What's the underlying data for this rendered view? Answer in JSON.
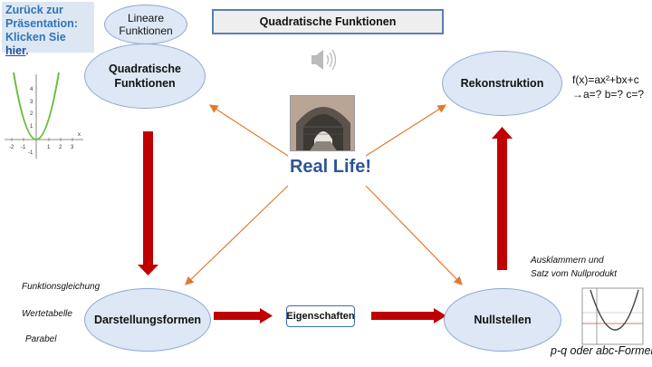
{
  "back": {
    "line1": "Zurück zur",
    "line2": "Präsentation:",
    "line3_prefix": "Klicken Sie ",
    "link": "hier",
    "line3_suffix": "."
  },
  "title": "Quadratische Funktionen",
  "nodes": {
    "lineare_line1": "Lineare",
    "lineare_line2": "Funktionen",
    "quad_line1": "Quadratische",
    "quad_line2": "Funktionen",
    "rekonstruktion": "Rekonstruktion",
    "darstellungsformen": "Darstellungsformen",
    "eigenschaften": "Eigenschaften",
    "nullstellen": "Nullstellen",
    "real_life": "Real Life!"
  },
  "formula": {
    "line1": "f(x)=ax²+bx+c",
    "line2": "→a=? b=? c=?"
  },
  "labels": {
    "funktionsgleichung": "Funktionsgleichung",
    "wertetabelle": "Wertetabelle",
    "parabel": "Parabel",
    "ausklammern": "Ausklammern und",
    "satz": "Satz vom Nullprodukt",
    "pq": "p-q oder abc-Formel"
  },
  "graph_ticks": {
    "x": [
      "-2",
      "-1",
      "1",
      "2",
      "3"
    ],
    "y": [
      "4",
      "3",
      "2",
      "1",
      "-1"
    ],
    "x_axis": "x"
  },
  "colors": {
    "red_arrow": "#c00000",
    "orange_arrow": "#e07a30",
    "ellipse_fill": "#dde7f5",
    "accent": "#2f5597"
  }
}
